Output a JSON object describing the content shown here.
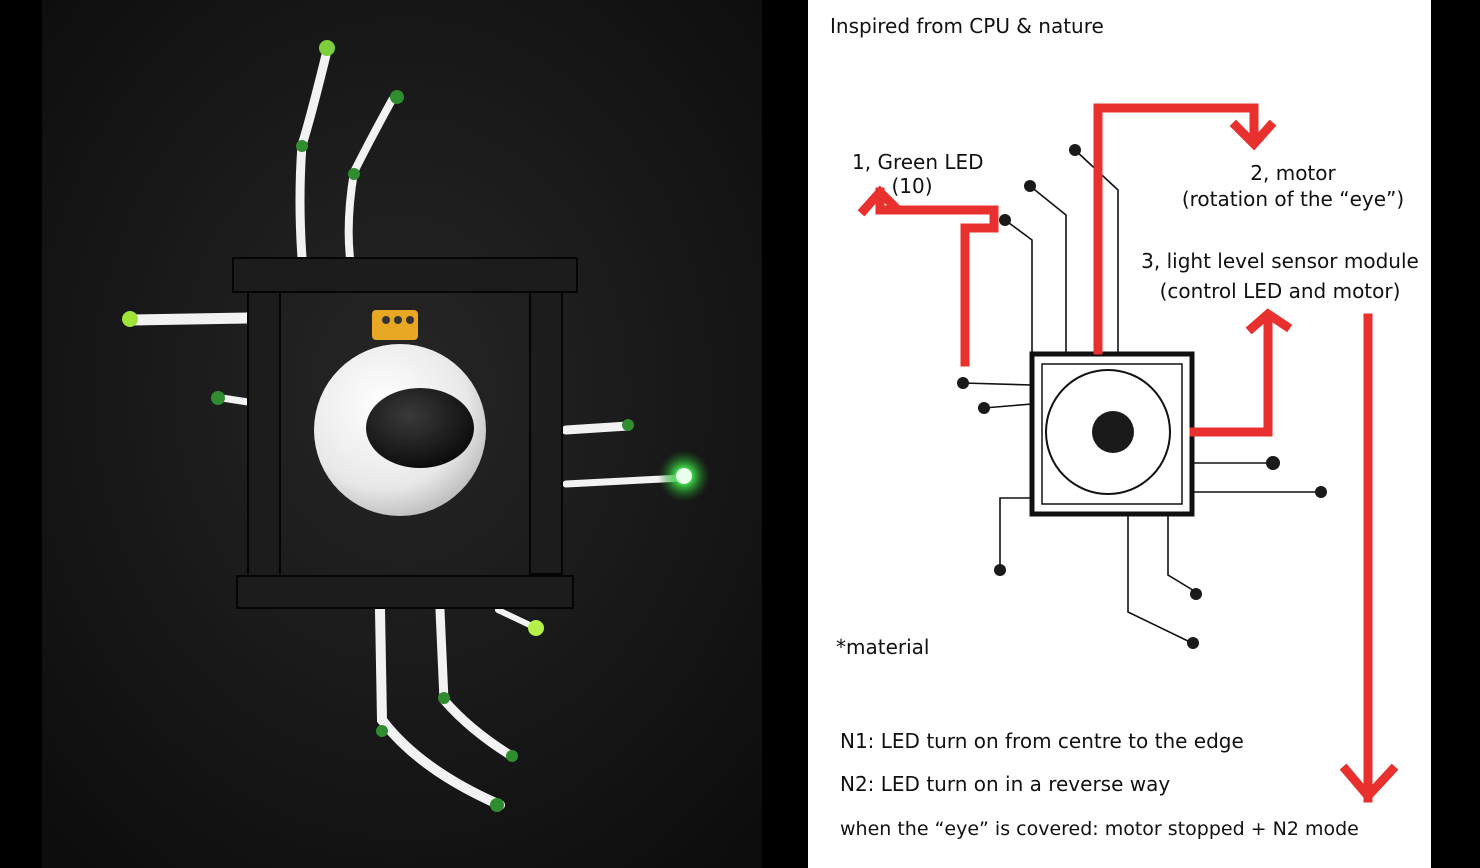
{
  "diagram": {
    "title": "Inspired from CPU & nature",
    "labels": {
      "green_led": [
        "1, Green LED",
        "(10)"
      ],
      "motor": [
        "2, motor",
        "(rotation of  the “eye”)"
      ],
      "sensor": [
        "3, light level sensor module",
        "(control LED and motor)"
      ],
      "material": "*material"
    },
    "notes": [
      "N1: LED turn on from centre to the edge",
      "N2: LED turn on in a reverse way",
      "when the “eye” is covered: motor stopped + N2 mode"
    ]
  },
  "colors": {
    "arrow": "#e8302e",
    "ink": "#111111",
    "canvas": "#141414",
    "led_green": "#2ecc40"
  }
}
